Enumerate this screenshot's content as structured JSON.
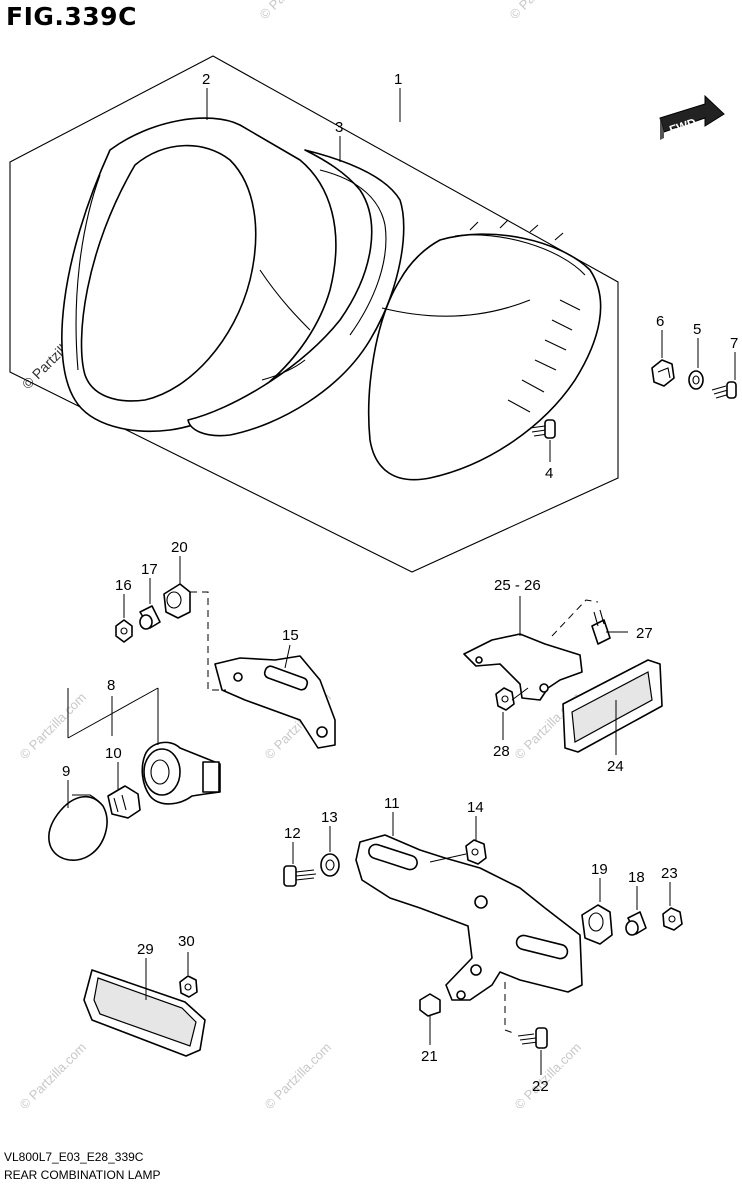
{
  "figure": {
    "title": "FIG.339C",
    "code": "VL800L7_E03_E28_339C",
    "name": "REAR COMBINATION LAMP",
    "fwd_label": "FWD"
  },
  "watermark": "© Partzilla.com",
  "parts": [
    {
      "ref": "1"
    },
    {
      "ref": "2"
    },
    {
      "ref": "3"
    },
    {
      "ref": "4"
    },
    {
      "ref": "5"
    },
    {
      "ref": "6"
    },
    {
      "ref": "7"
    },
    {
      "ref": "8"
    },
    {
      "ref": "9"
    },
    {
      "ref": "10"
    },
    {
      "ref": "11"
    },
    {
      "ref": "12"
    },
    {
      "ref": "13"
    },
    {
      "ref": "14"
    },
    {
      "ref": "15"
    },
    {
      "ref": "16"
    },
    {
      "ref": "17"
    },
    {
      "ref": "18"
    },
    {
      "ref": "19"
    },
    {
      "ref": "20"
    },
    {
      "ref": "21"
    },
    {
      "ref": "22"
    },
    {
      "ref": "23"
    },
    {
      "ref": "24"
    },
    {
      "ref": "25 - 26"
    },
    {
      "ref": "27"
    },
    {
      "ref": "28"
    },
    {
      "ref": "29"
    },
    {
      "ref": "30"
    }
  ]
}
